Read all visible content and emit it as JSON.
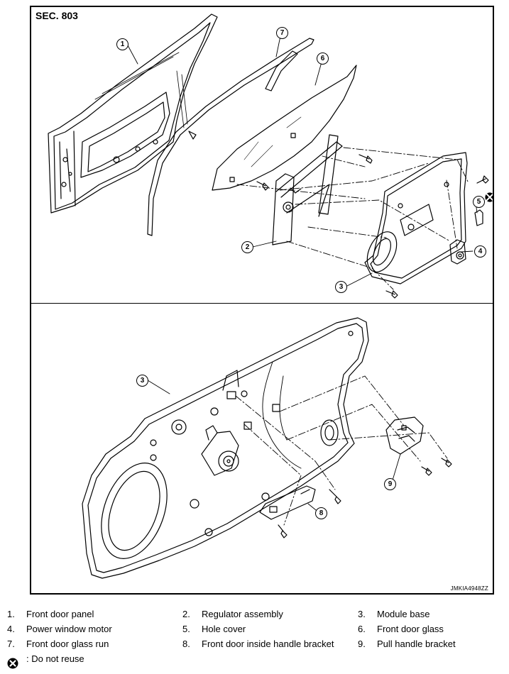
{
  "figure": {
    "section_label": "SEC. 803",
    "code": "JMKIA4948ZZ",
    "callouts": [
      "1",
      "7",
      "6",
      "2",
      "3",
      "5",
      "4",
      "3",
      "9",
      "8"
    ]
  },
  "legend": {
    "items": [
      {
        "num": "1.",
        "text": "Front door panel"
      },
      {
        "num": "2.",
        "text": "Regulator assembly"
      },
      {
        "num": "3.",
        "text": "Module base"
      },
      {
        "num": "4.",
        "text": "Power window motor"
      },
      {
        "num": "5.",
        "text": "Hole cover"
      },
      {
        "num": "6.",
        "text": "Front door glass"
      },
      {
        "num": "7.",
        "text": "Front door glass run"
      },
      {
        "num": "8.",
        "text": "Front door inside handle bracket"
      },
      {
        "num": "9.",
        "text": "Pull handle bracket"
      }
    ],
    "do_not_reuse": ": Do not reuse"
  }
}
